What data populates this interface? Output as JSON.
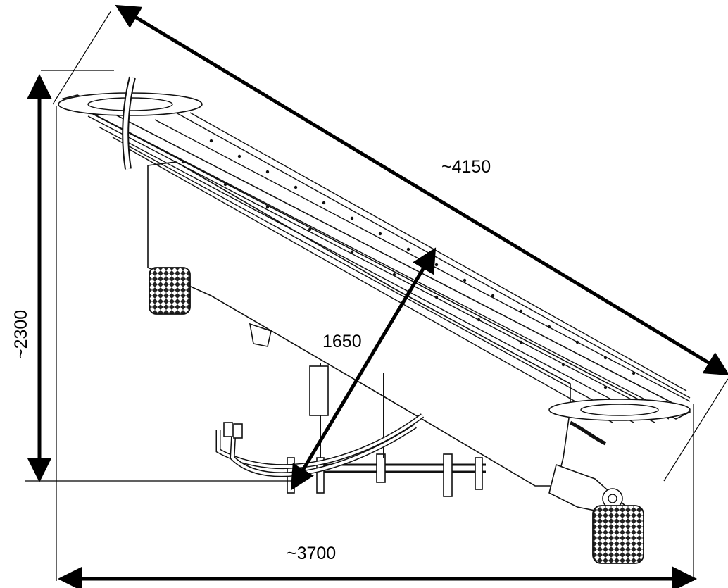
{
  "dimensions": {
    "length_label": "~4150",
    "height_label": "~2300",
    "width_label": "~3700",
    "diagonal_label": "1650"
  },
  "colors": {
    "ink": "#000000",
    "background": "#ffffff"
  }
}
